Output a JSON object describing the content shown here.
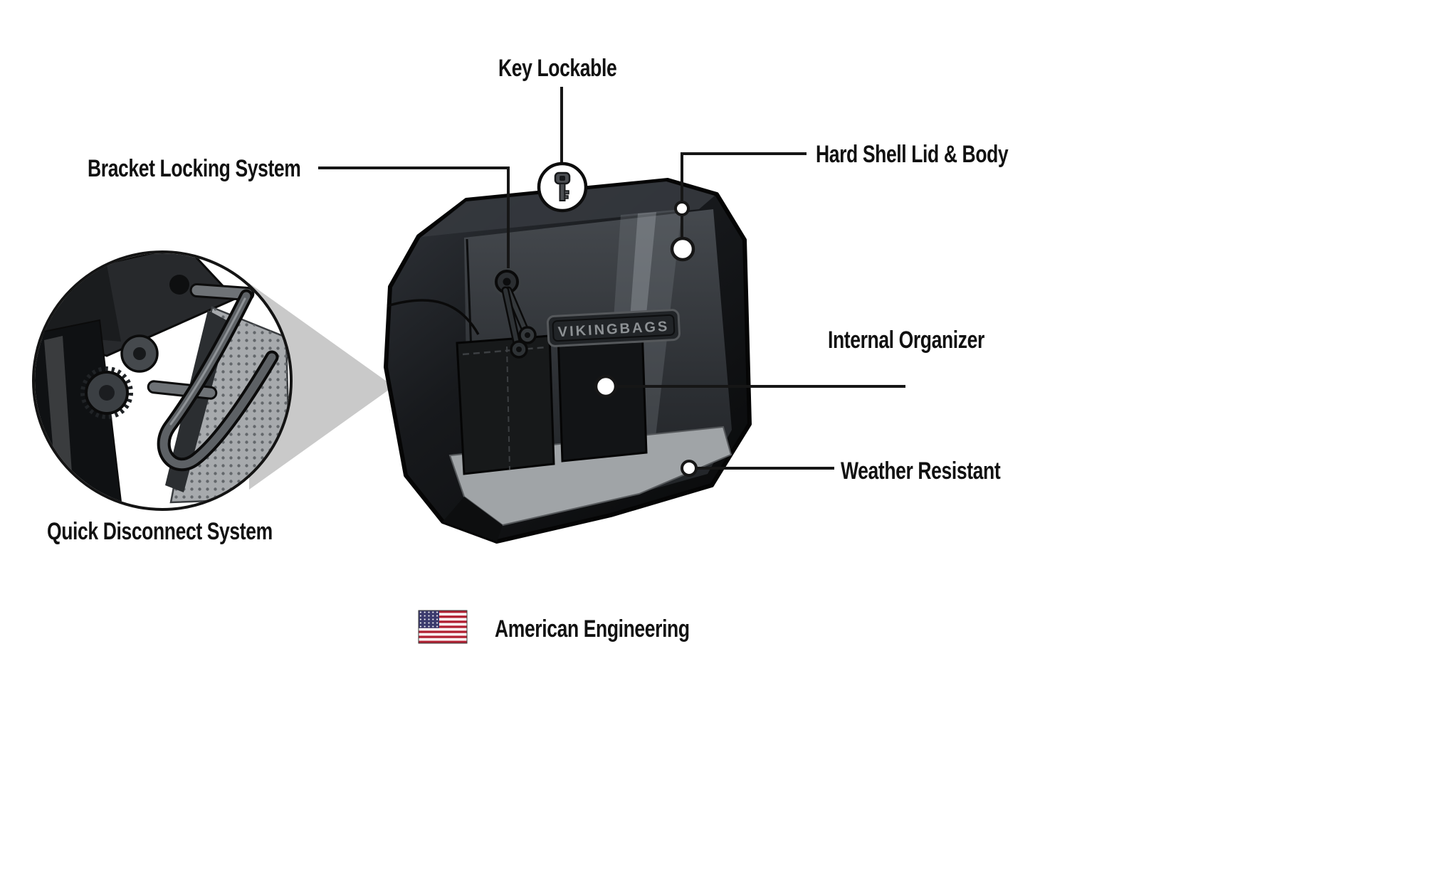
{
  "diagram": {
    "callouts": {
      "key_lockable": "Key Lockable",
      "bracket_locking_system": "Bracket Locking System",
      "hard_shell_lid_body": "Hard Shell Lid & Body",
      "internal_organizer": "Internal Organizer",
      "weather_resistant": "Weather Resistant",
      "quick_disconnect_system": "Quick Disconnect System"
    },
    "footer": {
      "american_engineering": "American Engineering"
    },
    "product": {
      "brand_badge": "VIKINGBAGS"
    },
    "colors": {
      "background": "#ffffff",
      "callout_line": "#161616",
      "label_text": "#111111",
      "bag_body_dark": "#17191c",
      "interior_gray": "#a0a4a7",
      "pointer_gray": "#c9c9c9",
      "flag_red": "#b22234",
      "flag_blue": "#3c3b6e"
    }
  }
}
